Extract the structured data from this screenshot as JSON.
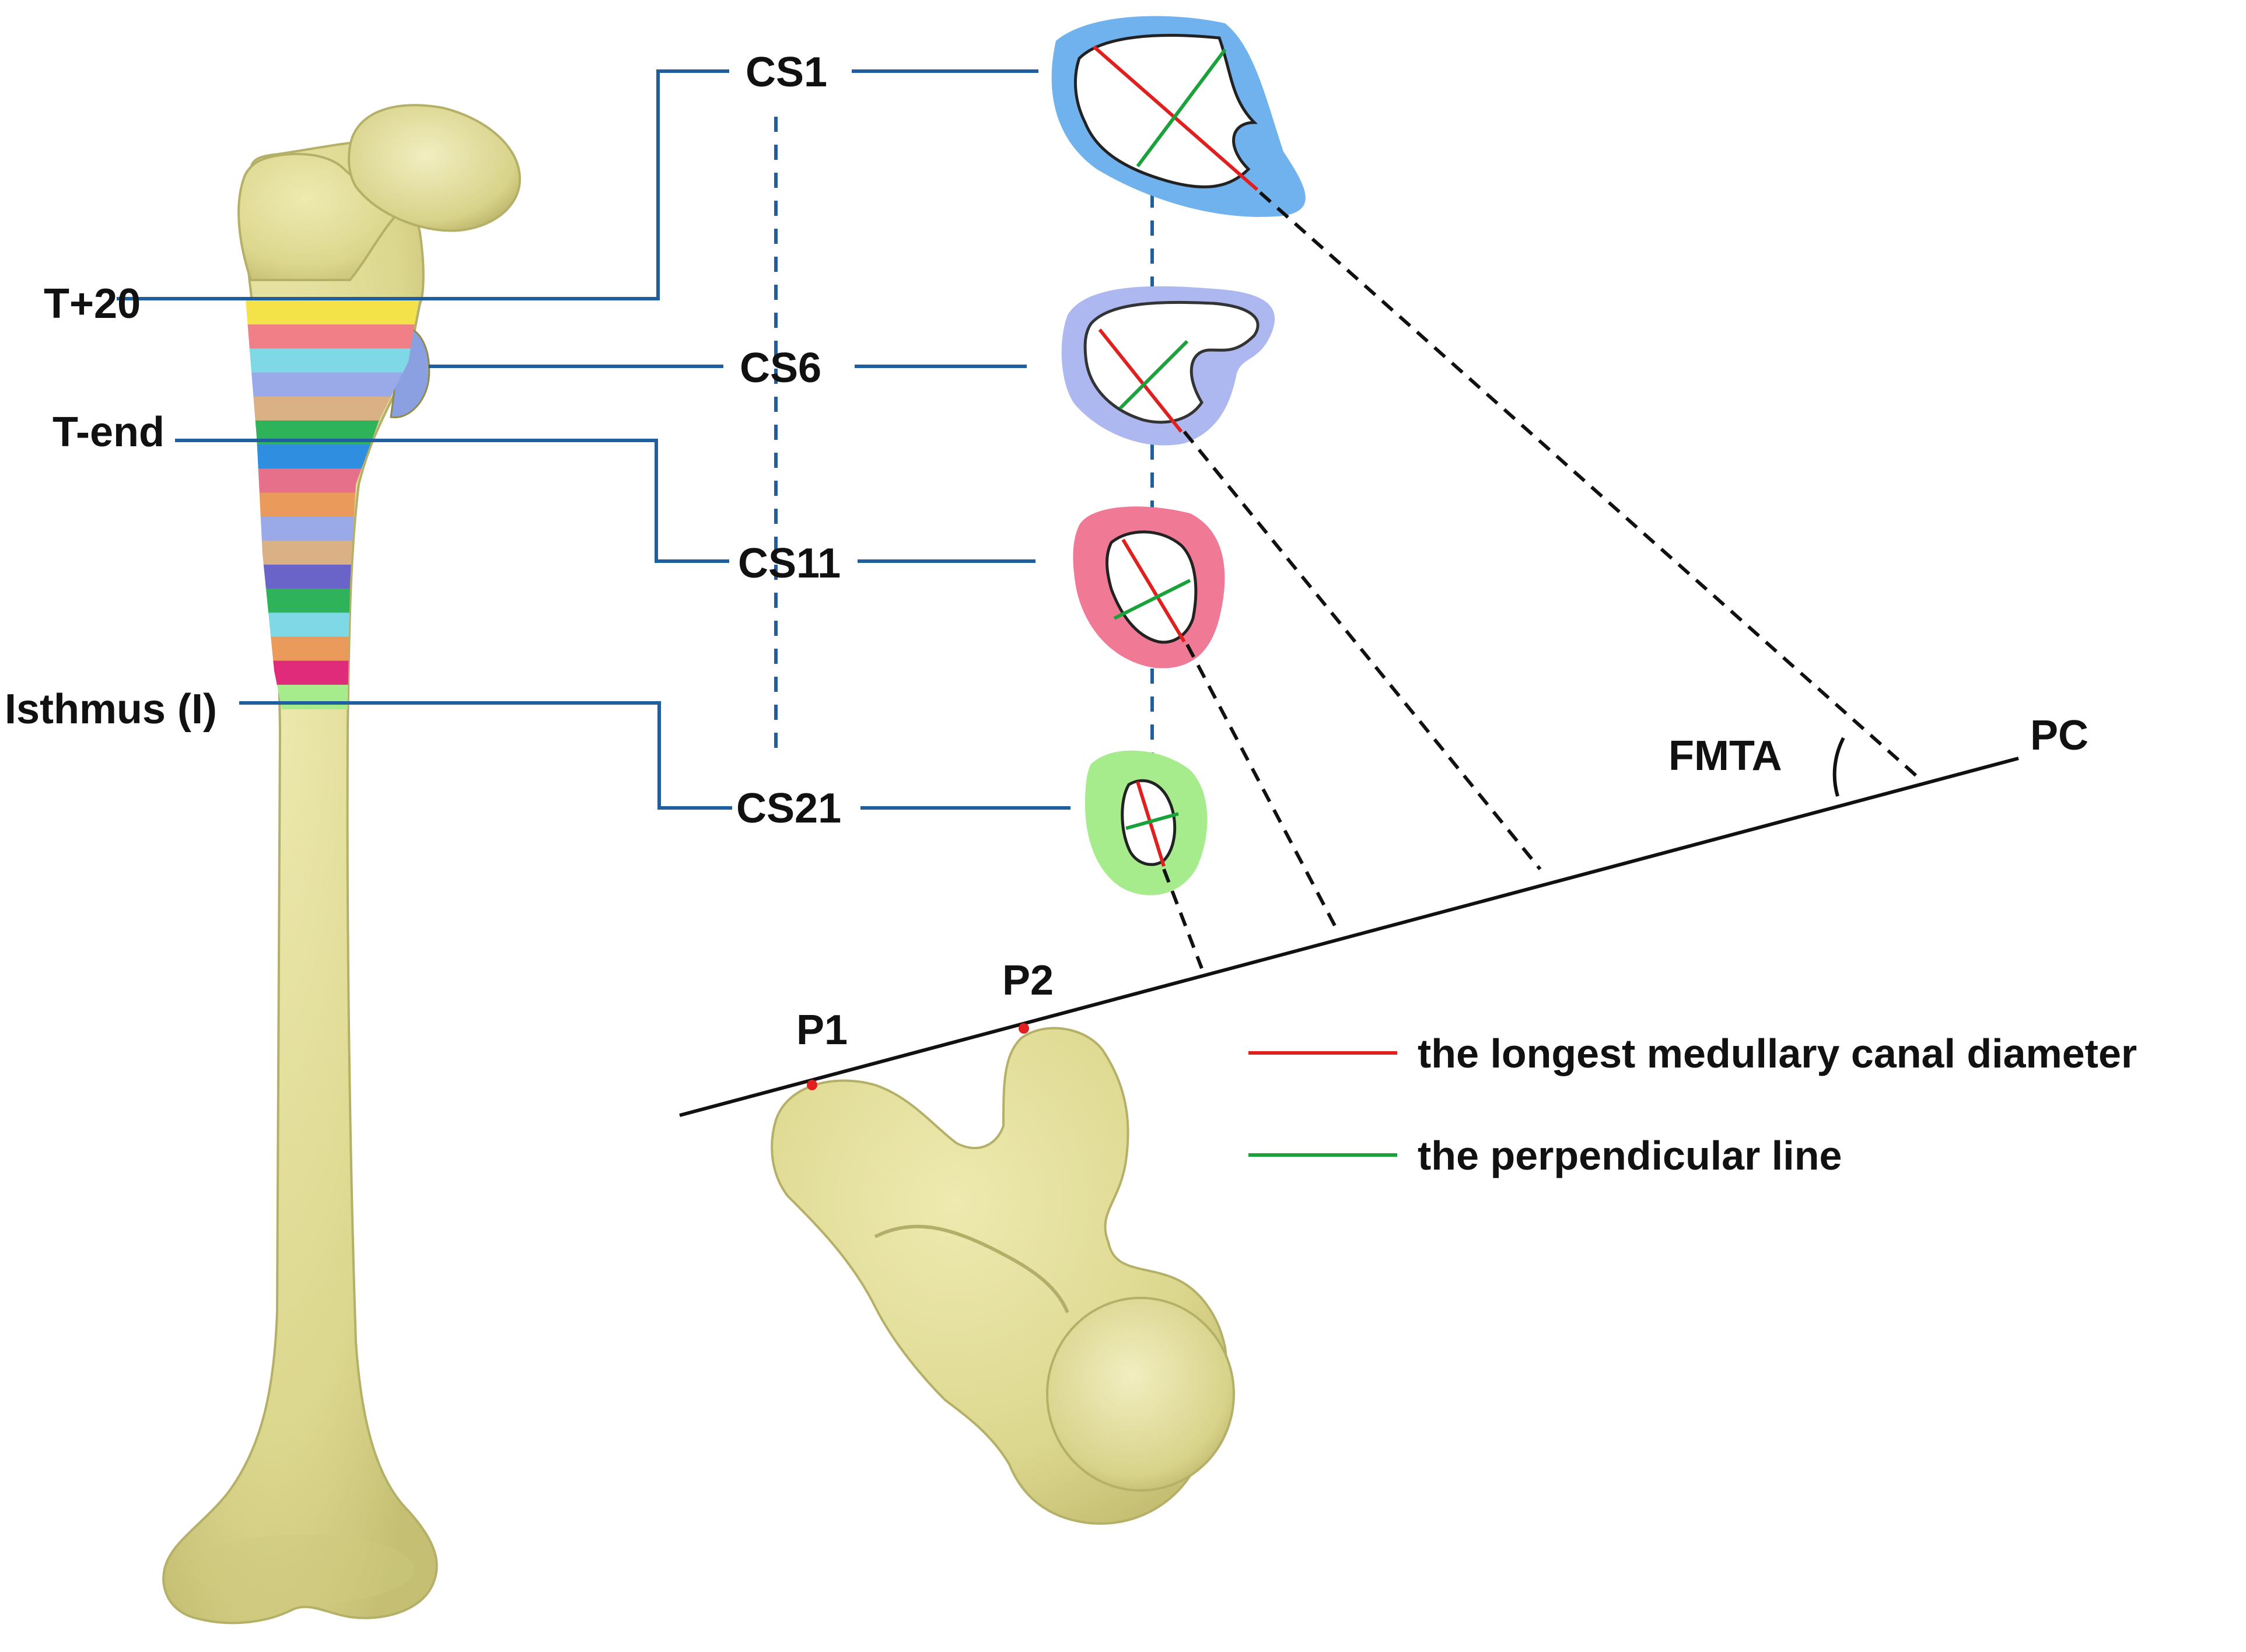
{
  "labels": {
    "t20": "T+20",
    "tend": "T-end",
    "isthmus": "Isthmus (I)",
    "cs1": "CS1",
    "cs6": "CS6",
    "cs11": "CS11",
    "cs21": "CS21",
    "fmta": "FMTA",
    "pc": "PC",
    "p1": "P1",
    "p2": "P2"
  },
  "legend": [
    {
      "text": "the longest medullary canal diameter",
      "color": "#e0201e"
    },
    {
      "text": "the perpendicular line",
      "color": "#1aa23a"
    }
  ],
  "colors": {
    "bone": "#e6e29a",
    "bone_shade": "#c9c57a",
    "leader": "#1f5fa0",
    "cs1": "#6fb2ee",
    "cs6": "#aeb8f0",
    "cs11": "#f07a96",
    "cs21": "#a6ec8c",
    "diameter": "#e0201e",
    "perpendicular": "#1aa23a"
  },
  "slice_band_colors": [
    "#f3e24a",
    "#f07f88",
    "#7fd8e6",
    "#9aa9e8",
    "#d9b184",
    "#2fb35a",
    "#2f8ee0",
    "#e6708a",
    "#ea9a5a",
    "#9aa9e8",
    "#d9b184",
    "#6a64c8",
    "#2fb35a",
    "#7fd8e6",
    "#ea9a5a",
    "#e02a7a",
    "#a6ec8c"
  ]
}
